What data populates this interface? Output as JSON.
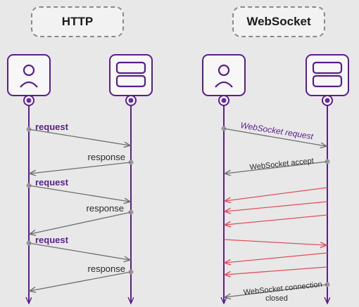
{
  "sections": {
    "http": {
      "title": "HTTP",
      "messages": [
        {
          "label": "request",
          "direction": "client-to-server"
        },
        {
          "label": "response",
          "direction": "server-to-client"
        },
        {
          "label": "request",
          "direction": "client-to-server"
        },
        {
          "label": "response",
          "direction": "server-to-client"
        },
        {
          "label": "request",
          "direction": "client-to-server"
        },
        {
          "label": "response",
          "direction": "server-to-client"
        }
      ]
    },
    "websocket": {
      "title": "WebSocket",
      "handshake_request": "WebSocket request",
      "handshake_accept": "WebSocket accept",
      "frames": [
        {
          "direction": "server-to-client"
        },
        {
          "direction": "server-to-client"
        },
        {
          "direction": "server-to-client"
        },
        {
          "direction": "client-to-server"
        },
        {
          "direction": "server-to-client"
        },
        {
          "direction": "server-to-client"
        }
      ],
      "close_line1": "WebSocket connection",
      "close_line2": "closed"
    }
  },
  "colors": {
    "purple": "#5a1e8c",
    "arrow_gray": "#6e6e6e",
    "frame_red": "#e0505a",
    "label_dark": "#2a2a2a",
    "node_fill": "#6a2aa8"
  },
  "icons": {
    "client": "user-icon",
    "server": "server-icon"
  }
}
